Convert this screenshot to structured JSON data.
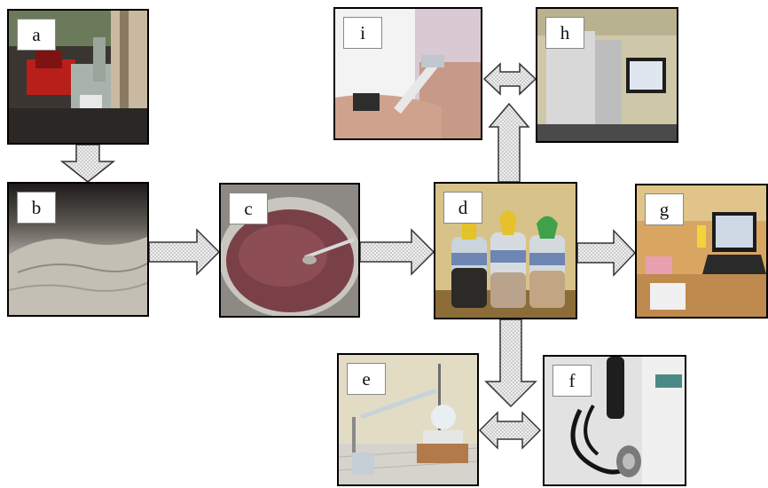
{
  "panels": {
    "a": {
      "label": "a"
    },
    "b": {
      "label": "b"
    },
    "c": {
      "label": "c"
    },
    "d": {
      "label": "d"
    },
    "e": {
      "label": "e"
    },
    "f": {
      "label": "f"
    },
    "g": {
      "label": "g"
    },
    "h": {
      "label": "h"
    },
    "i": {
      "label": "i"
    }
  },
  "colors": {
    "arrow_fill": "#e6e6e6",
    "arrow_stroke": "#333333",
    "border": "#000000"
  }
}
